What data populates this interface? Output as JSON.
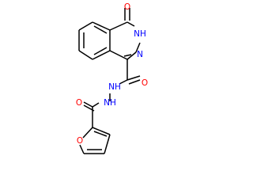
{
  "molecule": {
    "colors": {
      "bond": "#000000",
      "oxygen": "#ff0000",
      "nitrogen": "#0000ff",
      "background": "#ffffff"
    },
    "atom_labels": {
      "ketone_oxygen": "O",
      "ring_nh": "NH",
      "ring_n": "N",
      "amide_oxygen_1": "O",
      "hydrazide_nh_1": "NH",
      "hydrazide_nh_2": "NH",
      "amide_oxygen_2": "O",
      "furan_oxygen": "O"
    }
  }
}
